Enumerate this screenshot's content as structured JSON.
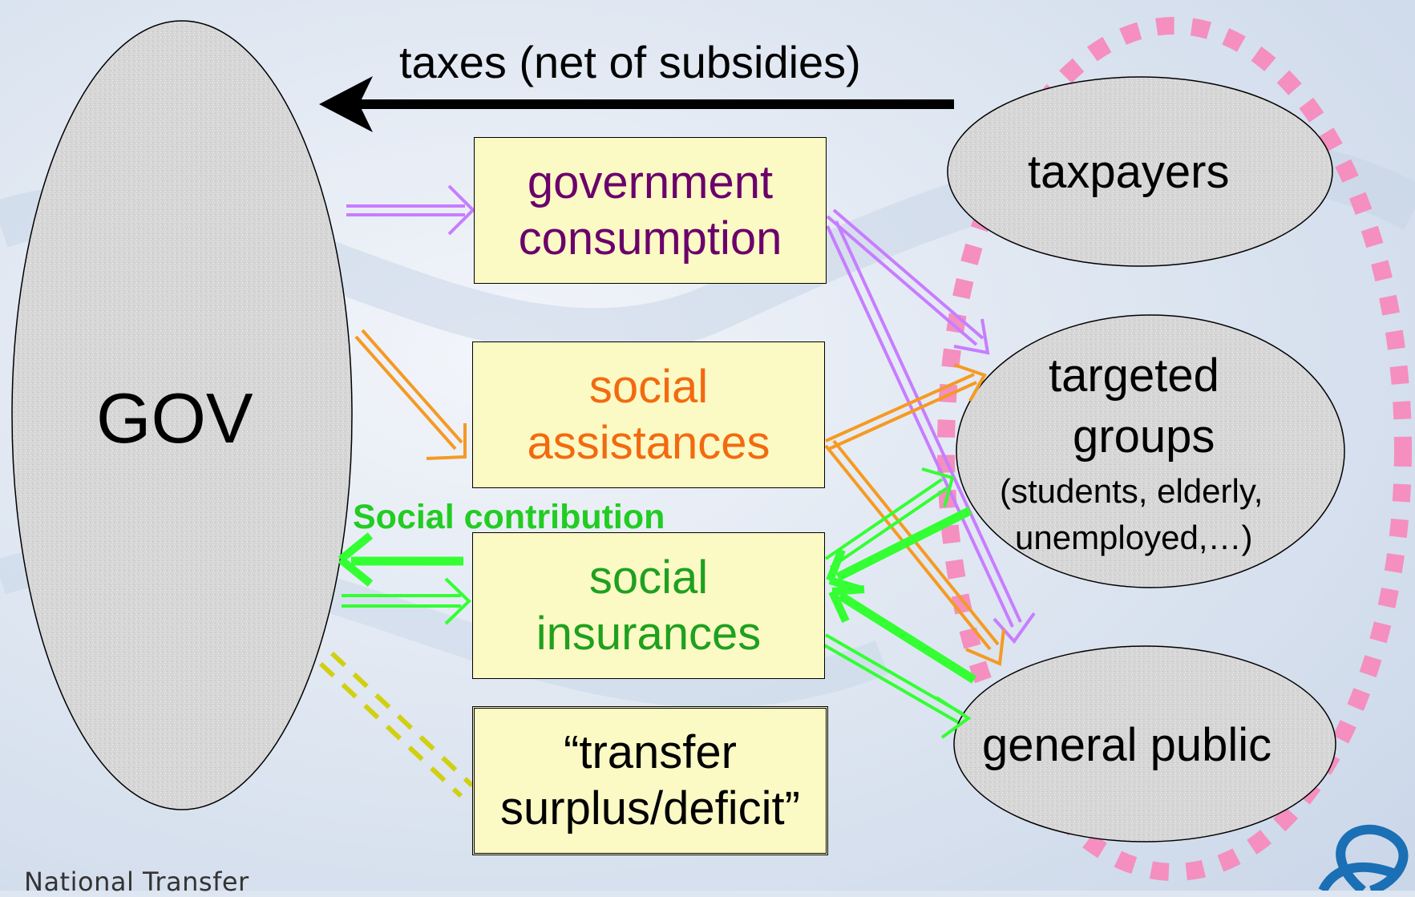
{
  "colors": {
    "background": "#dde6f1",
    "box_fill": "#fbf9c4",
    "ellipse_fill": "#d9d9d9",
    "purple": "#c77dff",
    "orange": "#f59a23",
    "green": "#33ff33",
    "yellow_dashed": "#d0d010",
    "pink_dotted": "#f48fbf",
    "gov_consumption_text": "#6b006b",
    "social_assist_text": "#f26a10",
    "social_ins_text": "#1fa01f",
    "contribution_text": "#22cc22"
  },
  "nodes": {
    "gov": "GOV",
    "taxpayers": "taxpayers",
    "targeted_groups_line1": "targeted",
    "targeted_groups_line2": "groups",
    "targeted_groups_sub1": "(students, elderly,",
    "targeted_groups_sub2": "unemployed,…)",
    "general_public": "general public"
  },
  "boxes": {
    "government_consumption": [
      "government",
      "consumption"
    ],
    "social_assistances": [
      "social",
      "assistances"
    ],
    "social_insurances": [
      "social",
      "insurances"
    ],
    "transfer_surplus": [
      "“transfer",
      "surplus/deficit”"
    ]
  },
  "labels": {
    "taxes": "taxes (net of subsidies)",
    "social_contribution": "Social contribution",
    "footer": "National Transfer"
  }
}
